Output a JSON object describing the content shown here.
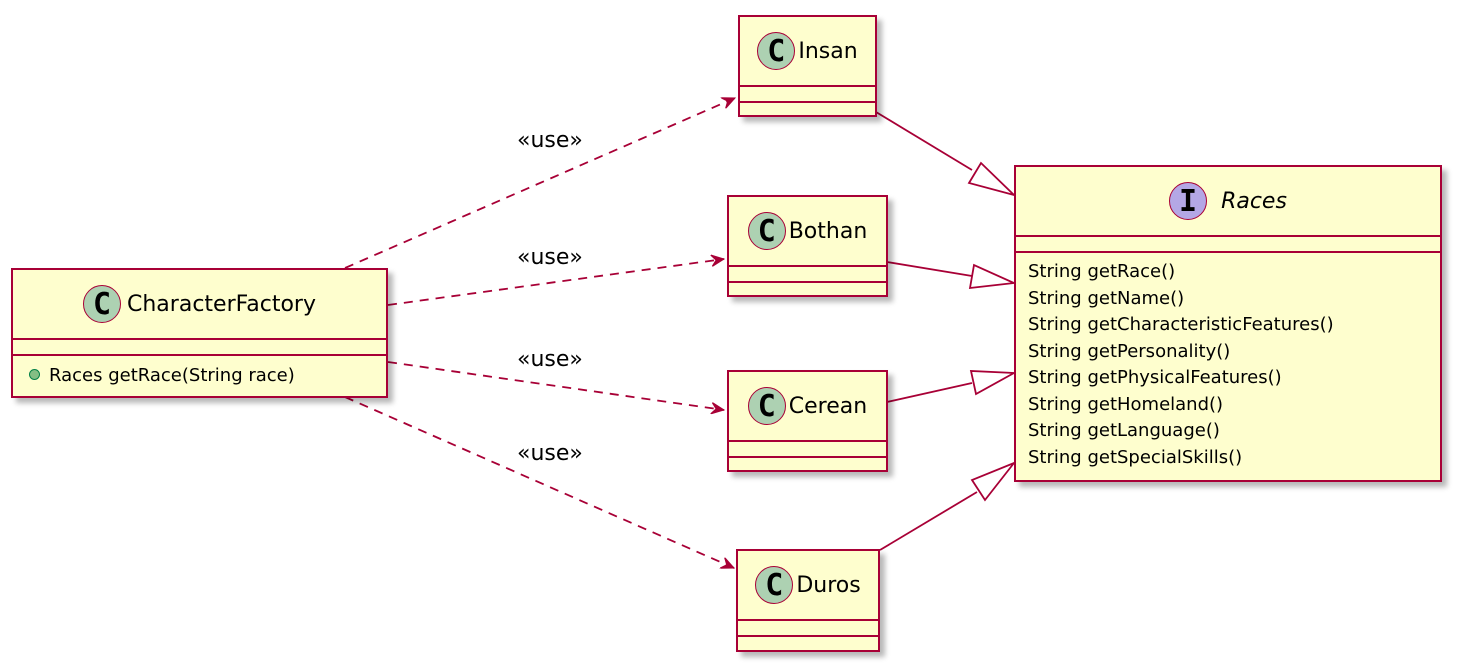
{
  "interface": {
    "name": "Races",
    "badge": "I",
    "methods": [
      "String getRace()",
      "String getName()",
      "String getCharacteristicFeatures()",
      "String getPersonality()",
      "String getPhysicalFeatures()",
      "String getHomeland()",
      "String getLanguage()",
      "String getSpecialSkills()"
    ]
  },
  "factory": {
    "name": "CharacterFactory",
    "badge": "C",
    "method": "Races getRace(String race)"
  },
  "classes": [
    {
      "name": "Insan",
      "badge": "C"
    },
    {
      "name": "Bothan",
      "badge": "C"
    },
    {
      "name": "Cerean",
      "badge": "C"
    },
    {
      "name": "Duros",
      "badge": "C"
    }
  ],
  "use_label": "«use»",
  "colors": {
    "border": "#A80036",
    "fill": "#FEFECE",
    "class_badge": "#ADD1B2",
    "interface_badge": "#B4A7E5"
  }
}
